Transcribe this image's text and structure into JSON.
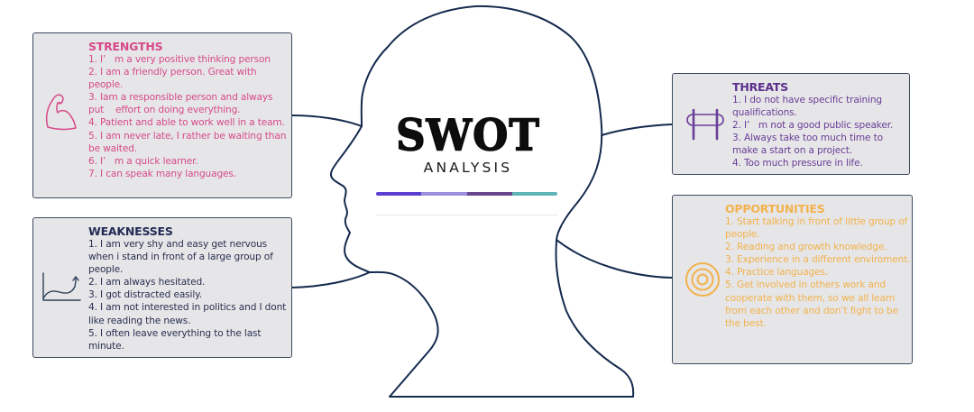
{
  "center": {
    "title": "SWOT",
    "subtitle": "ANALYSIS",
    "color_bar": [
      "#5a3fd0",
      "#9d8fdc",
      "#6a4590",
      "#5eb5b8"
    ]
  },
  "colors": {
    "outline": "#142a4e",
    "box_fill": "#e6e6e8",
    "box_border": "#3c4a5e",
    "strengths": "#d64a8a",
    "weaknesses": "#232b55",
    "threats": "#6a3d98",
    "opportunities": "#f2b24c"
  },
  "strengths": {
    "title": "STRENGTHS",
    "icon": "flexed-bicep-icon",
    "items": [
      "1. I’   m a very positive thinking person",
      "2. I am a friendly person. Great with people.",
      "3. Iam a responsible person and always put    effort on doing everything.",
      "4. Patient and able to work well in a team.",
      "5. I am never late, I rather be waiting than be waited.",
      "6. I’   m a quick learner.",
      "7. I can speak many languages."
    ]
  },
  "weaknesses": {
    "title": "WEAKNESSES",
    "icon": "growth-curve-chart-icon",
    "items": [
      "1. I am very shy and easy get nervous when i stand in front of a large group of people.",
      "2. I am always hesitated.",
      "3. I got distracted easily.",
      "4. I am not interested in politics and I dont like reading the news.",
      "5. I often leave everything to the last minute."
    ]
  },
  "threats": {
    "title": "THREATS",
    "icon": "hurdle-barrier-icon",
    "items": [
      "1. I do not have specific training qualifications.",
      "2. I’   m not a good public speaker.",
      "3. Always take too much time to make a start on a project.",
      "4. Too much pressure in life."
    ]
  },
  "opportunities": {
    "title": "OPPORTUNITIES",
    "icon": "target-icon",
    "items": [
      "1. Start talking in front of little group of people.",
      "2. Reading and growth knowledge.",
      "3. Experience in a different enviroment.",
      "4. Practice languages.",
      "5. Get involved in others work and cooperate with them, so we all learn from each other and don’t fight to be the best."
    ]
  }
}
